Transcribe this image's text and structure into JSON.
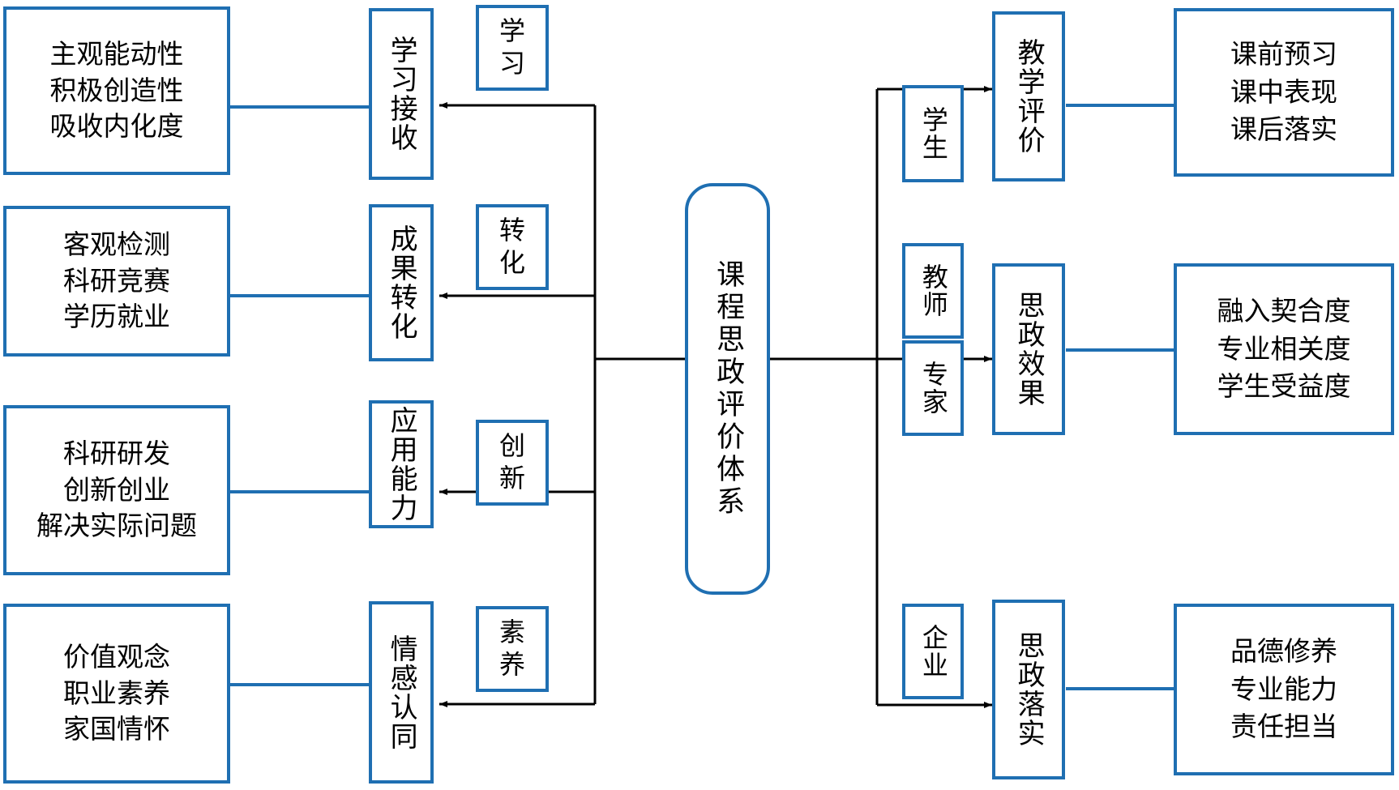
{
  "diagram": {
    "title": "课程思政评价体系",
    "center_node": "课程思政评价体系",
    "accent_color": "#1f6fb2",
    "left_details": [
      {
        "lines": [
          "主观能动性",
          "积极创造性",
          "吸收内化度"
        ]
      },
      {
        "lines": [
          "客观检测",
          "科研竞赛",
          "学历就业"
        ]
      },
      {
        "lines": [
          "科研研发",
          "创新创业",
          "解决实际问题"
        ]
      },
      {
        "lines": [
          "价值观念",
          "职业素养",
          "家国情怀"
        ]
      }
    ],
    "left_stages": [
      {
        "label": "学习接收"
      },
      {
        "label": "成果转化"
      },
      {
        "label": "应用能力"
      },
      {
        "label": "情感认同"
      }
    ],
    "left_tags": [
      {
        "lines": [
          "学",
          "习"
        ]
      },
      {
        "lines": [
          "转",
          "化"
        ]
      },
      {
        "lines": [
          "创",
          "新"
        ]
      },
      {
        "lines": [
          "素",
          "养"
        ]
      }
    ],
    "right_roles": [
      {
        "label": "学生"
      },
      {
        "label": "教师"
      },
      {
        "label": "专家"
      },
      {
        "label": "企业"
      }
    ],
    "right_stages": [
      {
        "label": "教学评价"
      },
      {
        "label": "思政效果"
      },
      {
        "label": "思政落实"
      }
    ],
    "right_details": [
      {
        "lines": [
          "课前预习",
          "课中表现",
          "课后落实"
        ]
      },
      {
        "lines": [
          "融入契合度",
          "专业相关度",
          "学生受益度"
        ]
      },
      {
        "lines": [
          "品德修养",
          "专业能力",
          "责任担当"
        ]
      }
    ]
  }
}
